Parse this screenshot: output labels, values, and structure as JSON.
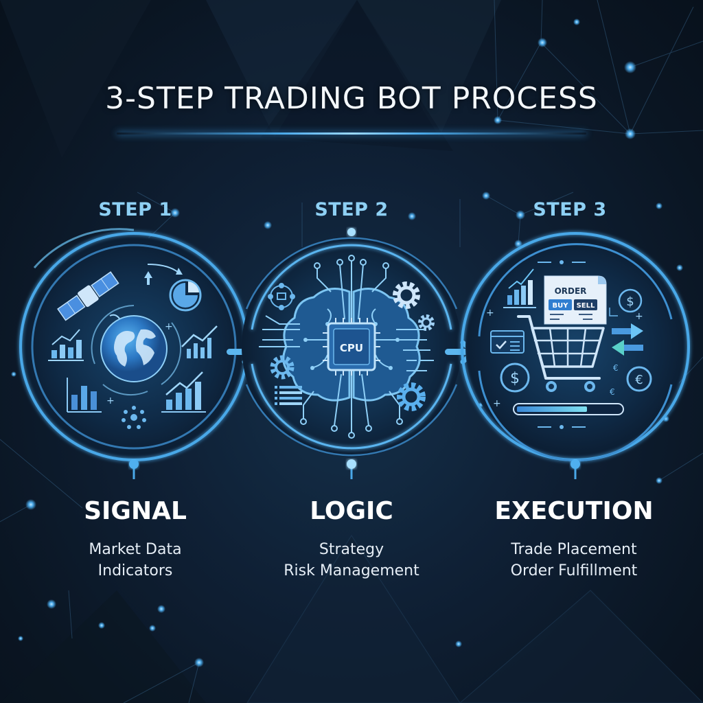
{
  "title": "3-STEP TRADING BOT PROCESS",
  "colors": {
    "background": "#0c1826",
    "accent": "#4aa8e8",
    "step_label": "#8ed0f4",
    "heading": "#ffffff"
  },
  "steps": [
    {
      "label": "STEP 1",
      "name": "SIGNAL",
      "lines": [
        "Market Data",
        "Indicators"
      ],
      "icons": [
        "satellite-icon",
        "globe-icon",
        "pie-chart-icon",
        "bar-chart-icon",
        "trend-up-icon",
        "network-icon"
      ]
    },
    {
      "label": "STEP 2",
      "name": "LOGIC",
      "chip_label": "CPU",
      "lines": [
        "Strategy",
        "Risk Management"
      ],
      "icons": [
        "brain-circuit-icon",
        "cpu-chip-icon",
        "gear-icon",
        "network-icon",
        "list-icon"
      ]
    },
    {
      "label": "STEP 3",
      "name": "EXECUTION",
      "order_title": "ORDER",
      "buy_label": "BUY",
      "sell_label": "SELL",
      "lines": [
        "Trade Placement",
        "Order Fulfillment"
      ],
      "icons": [
        "shopping-cart-icon",
        "order-receipt-icon",
        "dollar-icon",
        "euro-icon",
        "exchange-arrows-icon",
        "progress-bar-icon",
        "checklist-window-icon",
        "bar-chart-icon"
      ]
    }
  ],
  "connectors": [
    "arrow-right-icon",
    "arrow-right-icon"
  ]
}
